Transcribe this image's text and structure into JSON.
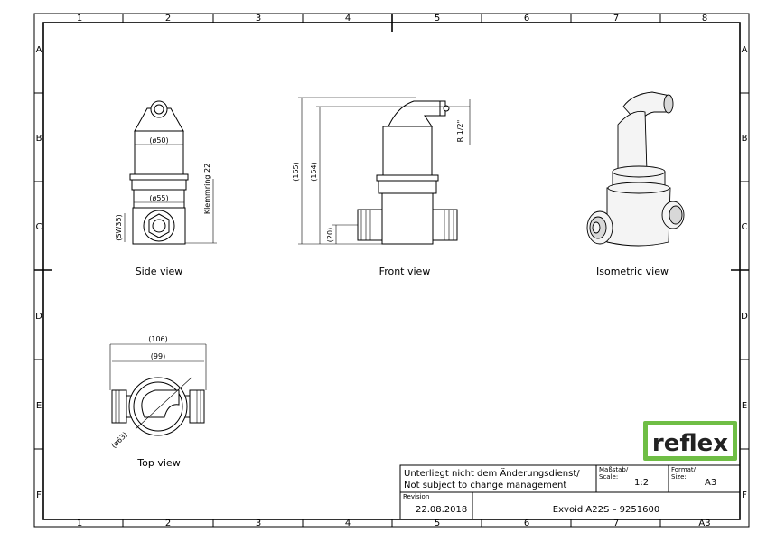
{
  "grid": {
    "columns": [
      "1",
      "2",
      "3",
      "4",
      "5",
      "6",
      "7",
      "8"
    ],
    "rows": [
      "A",
      "B",
      "C",
      "D",
      "E",
      "F"
    ],
    "bottom_last": "A3"
  },
  "views": {
    "side": "Side view",
    "front": "Front view",
    "isometric": "Isometric view",
    "top": "Top view"
  },
  "dimensions": {
    "side_d50": "(ø50)",
    "side_d55": "(ø55)",
    "side_sw35": "(SW35)",
    "side_klemmring": "Klemmring 22",
    "front_165": "(165)",
    "front_154": "(154)",
    "front_20": "(20)",
    "front_r12": "R 1/2\"",
    "top_106": "(106)",
    "top_99": "(99)",
    "top_d63": "(ø63)"
  },
  "logo": {
    "text": "reflex",
    "color": "#6fbe45"
  },
  "title_block": {
    "note_line1": "Unterliegt nicht dem Änderungsdienst/",
    "note_line2": "Not subject to change management",
    "scale_label1": "Maßstab/",
    "scale_label2": "Scale:",
    "scale_value": "1:2",
    "format_label1": "Format/",
    "format_label2": "Size:",
    "format_value": "A3",
    "revision_label": "Revision",
    "revision_value": "22.08.2018",
    "title": "Exvoid A22S – 9251600"
  }
}
